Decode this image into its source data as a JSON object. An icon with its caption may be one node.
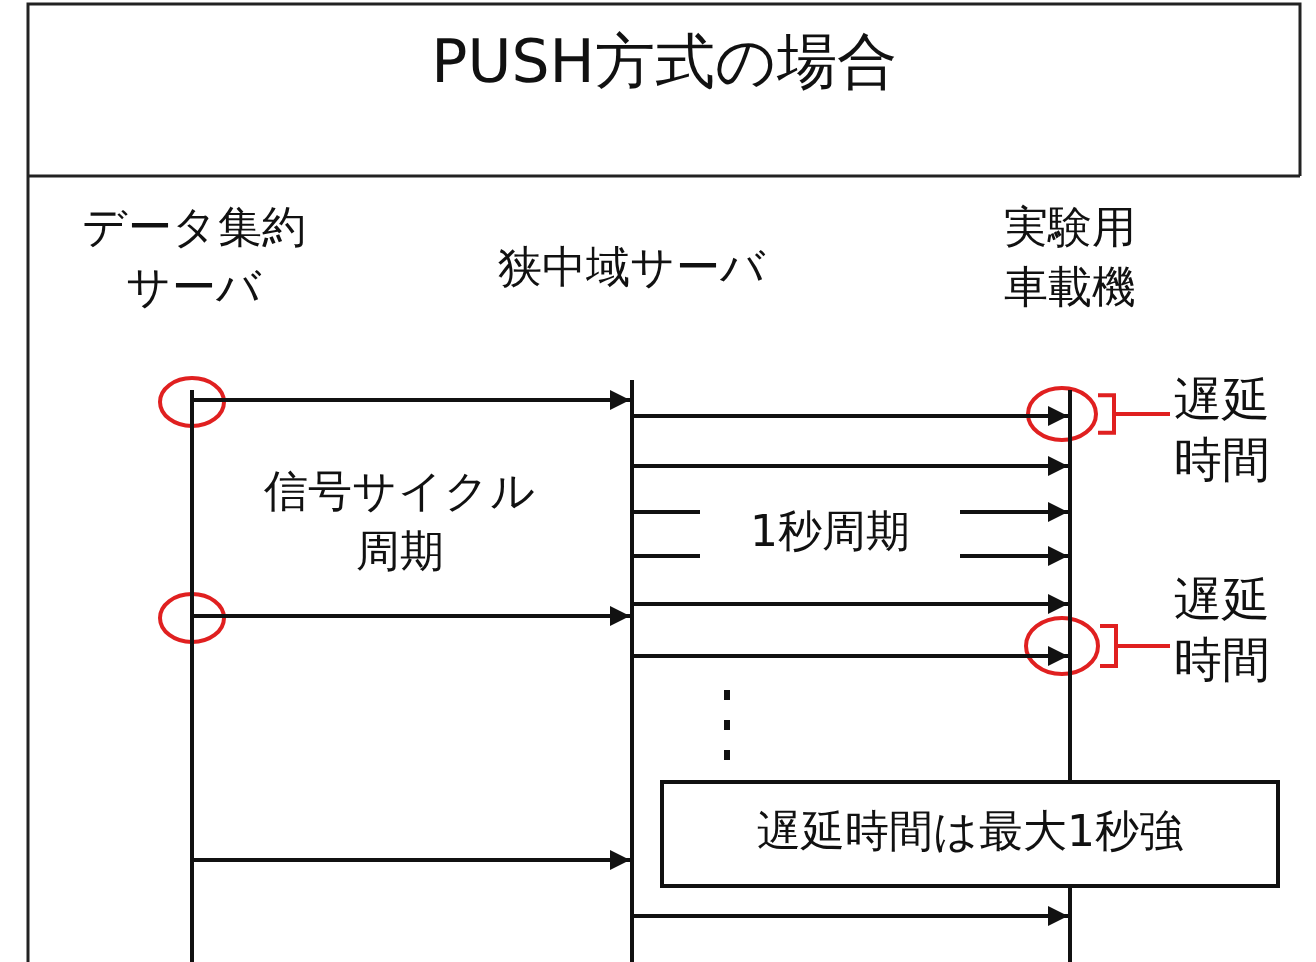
{
  "diagram": {
    "title": "PUSH方式の場合",
    "nodes": [
      {
        "text": [
          "データ集約サーバ"
        ]
      },
      {
        "text": [
          "狭中域サーバ"
        ]
      },
      {
        "text": [
          "実験用車載機"
        ]
      },
      {
        "text": [],
        "shape": "line"
      },
      {
        "text": [],
        "shape": "line"
      },
      {
        "text": [],
        "shape": "line"
      },
      {
        "text": [
          "遅延時間"
        ]
      },
      {
        "text": [
          "遅延時間"
        ]
      },
      {
        "text": [
          "遅延時間は最大1秒強"
        ]
      }
    ],
    "edges": [
      {
        "from": 3,
        "to": 4,
        "arrow": "to"
      },
      {
        "from": 4,
        "to": 5,
        "arrow": "to"
      },
      {
        "from": 4,
        "to": 5,
        "arrow": "to"
      },
      {
        "from": 4,
        "to": 5,
        "arrow": "to"
      },
      {
        "from": 4,
        "to": 5,
        "arrow": "to"
      },
      {
        "from": 4,
        "to": 5,
        "arrow": "to"
      },
      {
        "from": 3,
        "to": 4,
        "arrow": "to"
      },
      {
        "from": 4,
        "to": 5,
        "arrow": "to"
      },
      {
        "from": 3,
        "to": 4,
        "arrow": "to"
      },
      {
        "from": 4,
        "to": 5,
        "arrow": "to"
      },
      {
        "from": 6,
        "to": 5,
        "arrow": "none",
        "color": "#e02020"
      },
      {
        "from": 7,
        "to": 5,
        "arrow": "none",
        "color": "#e02020"
      }
    ],
    "labels": [
      "信号サイクル周期",
      "1秒周期"
    ]
  }
}
